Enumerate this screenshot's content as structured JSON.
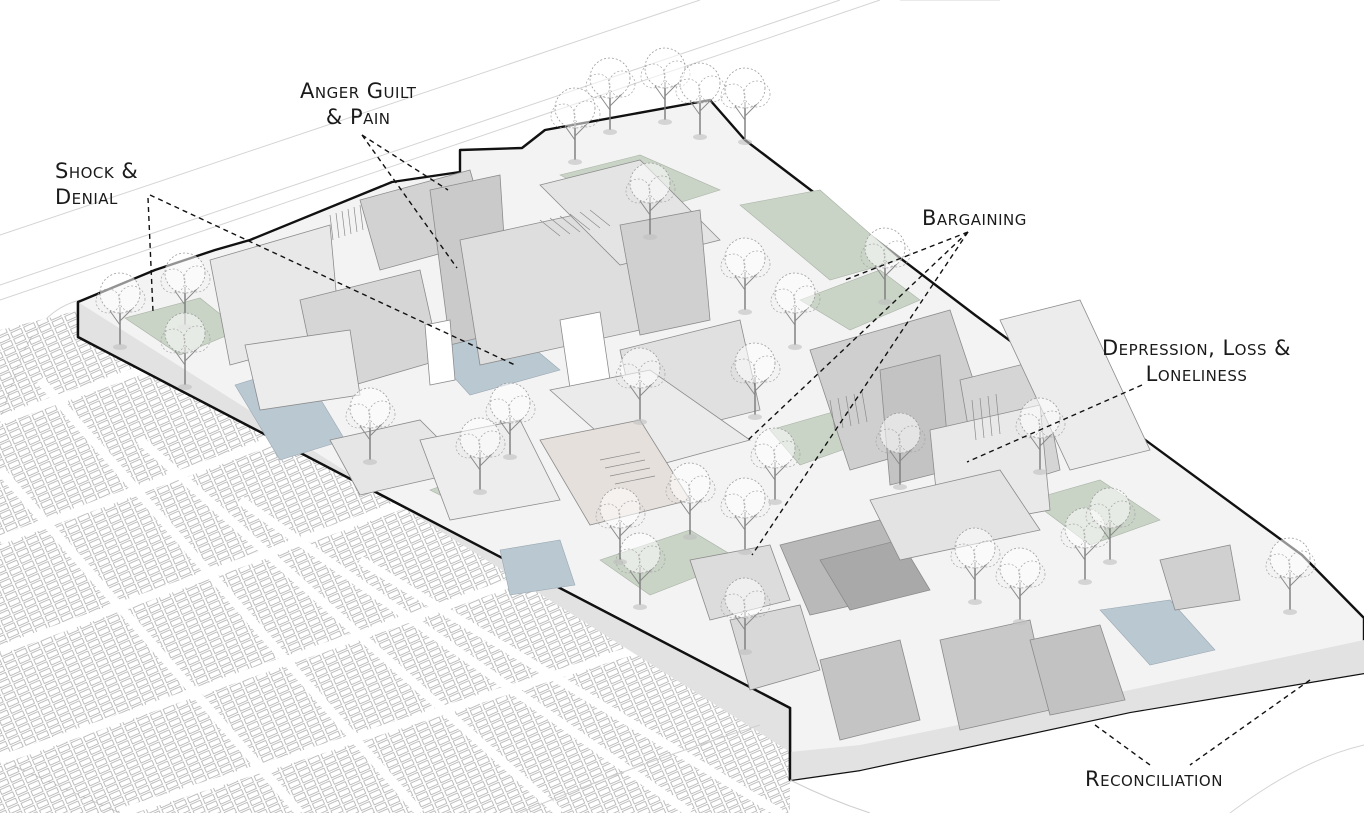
{
  "labels": {
    "shock_denial": [
      "Shock &",
      "Denial"
    ],
    "anger_guilt_pain": [
      "Anger Guilt",
      "& Pain"
    ],
    "bargaining": "Bargaining",
    "depression_loss_loneliness": [
      "Depression, Loss &",
      "Loneliness"
    ],
    "reconciliation": "Reconciliation"
  },
  "colors": {
    "outline": "#111111",
    "floor": "#f4f4f4",
    "wall": "#d9d9d9",
    "wall_dark": "#b8b8b8",
    "lawn": "#c9d3c6",
    "water": "#bac8d2",
    "tree": "#8a8a8a",
    "cemetery": "#d0d0d0",
    "leader": "#111111"
  }
}
